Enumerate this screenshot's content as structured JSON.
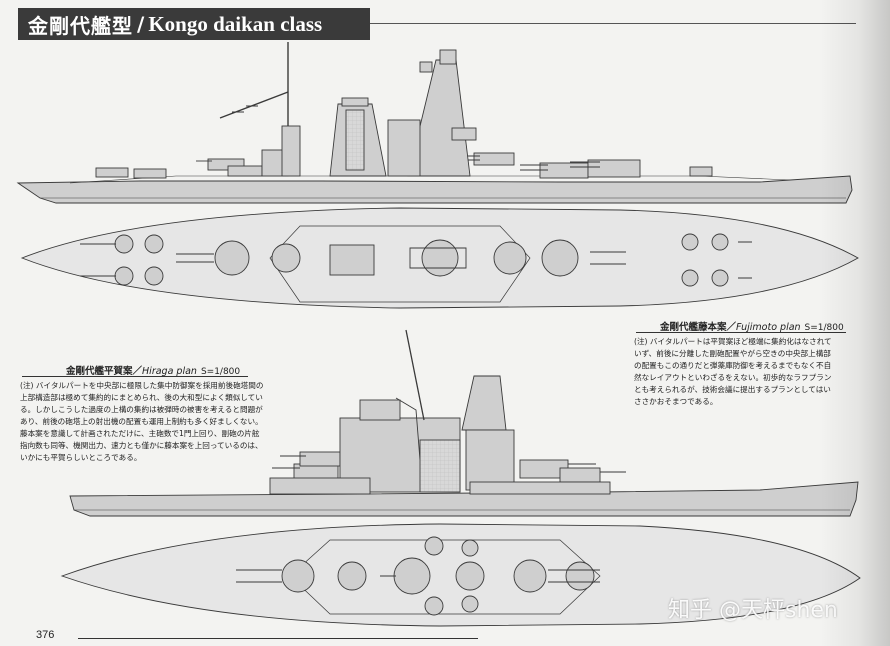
{
  "header": {
    "title_jp": "金剛代艦型",
    "separator": "/",
    "title_en": "Kongo daikan class"
  },
  "hiraga": {
    "title_jp": "金剛代艦平賀案",
    "sep": "／",
    "title_en": "Hiraga plan",
    "scale": "S=1/800",
    "note_lines": [
      "(注) バイタルパートを中央部に極限した集中防御案を採用前後砲塔間の",
      "上部構造部は極めて集約的にまとめられ、後の大和型によく類似してい",
      "る。しかしこうした過度の上構の集約は被弾時の被害を考えると問題が",
      "あり、前後の砲塔上の射出機の配置も運用上制約も多く好ましくない。",
      "藤本案を意識して計画されただけに、主砲数で1門上回り、副砲の片舷",
      "指向数も同等、機関出力、速力とも僅かに藤本案を上回っているのは、",
      "いかにも平賀らしいところである。"
    ]
  },
  "fujimoto": {
    "title_jp": "金剛代艦藤本案",
    "sep": "／",
    "title_en": "Fujimoto plan",
    "scale": "S=1/800",
    "note_lines": [
      "(注) バイタルパートは平賀案ほど極端に集約化はなされて",
      "いず、前後に分離した副砲配置やがら空きの中央部上構部",
      "の配置もこの通りだと弾薬庫防御を考えるまでもなく不自",
      "然なレイアウトといわざるをえない。初歩的なラフプラン",
      "とも考えられるが、技術会議に提出するプランとしてはい",
      "ささかおそまつである。"
    ]
  },
  "footer": {
    "page_number": "376"
  },
  "watermark": {
    "text": "知乎 @天枰shen"
  },
  "colors": {
    "hull_fill": "#cfcfcf",
    "deck_fill": "#e6e6e6",
    "line": "#3a3a3a",
    "title_bg": "#3a3a3a"
  }
}
